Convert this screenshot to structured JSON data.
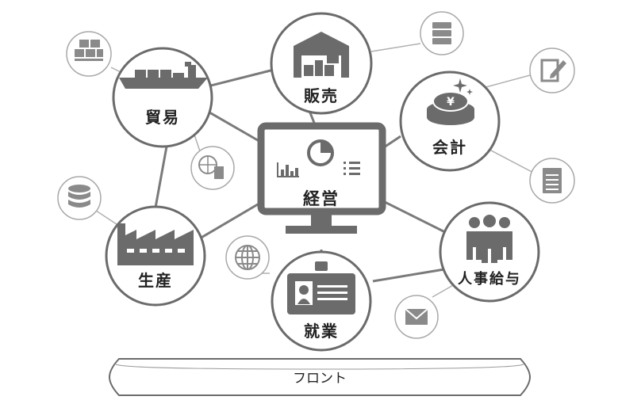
{
  "nodes": {
    "keiei": "経営",
    "hanbai": "販売",
    "boueki": "貿易",
    "kaikei": "会計",
    "seisan": "生産",
    "shugyo": "就業",
    "jinji": "人事給与"
  },
  "front": {
    "label": "フロント"
  },
  "icons": {
    "keiei": [
      "bar-chart-icon",
      "pie-chart-icon",
      "list-icon"
    ],
    "hanbai": "warehouse-icon",
    "boueki": "cargo-ship-icon",
    "kaikei": "yen-coins-icon",
    "seisan": "factory-icon",
    "shugyo": "id-card-icon",
    "jinji": "people-group-icon",
    "satellites": [
      "server-icon",
      "edit-document-icon",
      "document-icon",
      "mail-icon",
      "globe-icon",
      "database-icon",
      "globe-document-icon",
      "shipping-containers-icon"
    ]
  },
  "colors": {
    "primary": "#6b6b6b",
    "line": "#8a8a8a",
    "satellite": "#a8a8a8",
    "text": "#222222"
  }
}
